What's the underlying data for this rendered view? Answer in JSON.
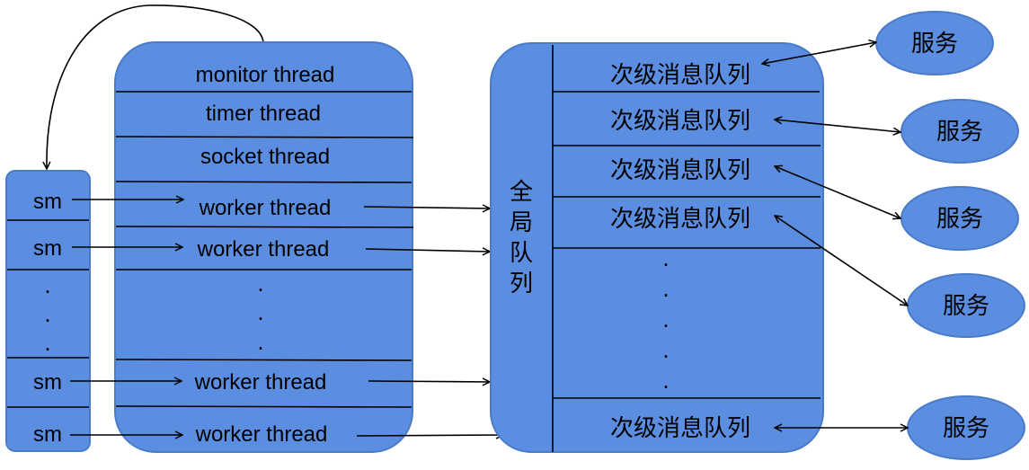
{
  "sm_column": {
    "label": "sm",
    "dot": "."
  },
  "threads": {
    "monitor": "monitor thread",
    "timer": "timer thread",
    "socket": "socket thread",
    "worker": "worker thread",
    "dot": "."
  },
  "global_queue": {
    "chars": [
      "全",
      "局",
      "队",
      "列"
    ]
  },
  "secondary_queue": {
    "label": "次级消息队列",
    "dot": "."
  },
  "service": {
    "label": "服务"
  },
  "colors": {
    "fill": "#5b8ee0",
    "border": "#4a7bc8"
  }
}
